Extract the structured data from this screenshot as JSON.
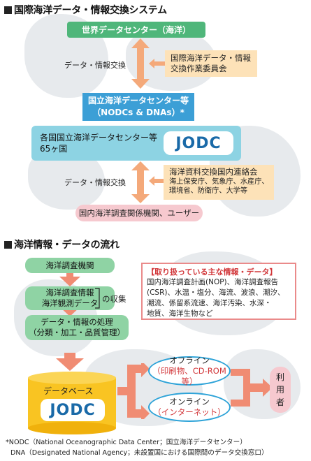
{
  "section1": {
    "title": "国際海洋データ・情報交換システム",
    "world_center": "世界データセンター（海洋）",
    "exchange_label_1": "データ・情報交換",
    "iode_line1": "国際海洋データ・情報",
    "iode_line2": "交換作業委員会",
    "nodc_line1": "国立海洋データセンター等",
    "nodc_line2": "（NODCs & DNAs）*",
    "national_line1": "各国国立海洋データセンター等",
    "national_line2": "65ヶ国",
    "jodc_logo": "JODC",
    "exchange_label_2": "データ・情報交換",
    "liaison_line1": "海洋資料交換国内連絡会",
    "liaison_line2": "海上保安庁、気象庁、水産庁、",
    "liaison_line3": "環境省、防衛庁、大学等",
    "domestic": "国内海洋調査関係機関、ユーザー"
  },
  "section2": {
    "title": "海洋情報・データの流れ",
    "step1": "海洋調査機関",
    "step2_line1": "海洋調査情報",
    "step2_line2": "海洋観測データ",
    "collection_label": "の収集",
    "step3_line1": "データ・情報の処理",
    "step3_line2": "（分類・加工・品質管理）",
    "database_label": "データベース",
    "database_logo": "JODC",
    "info_title": "【取り扱っている主な情報・データ】",
    "info_line1": "国内海洋調査計画(NOP)、海洋調査報告",
    "info_line2": "(CSR)、水温・塩分、海流、波浪、潮汐、",
    "info_line3": "潮流、係留系流速、海洋汚染、水深・",
    "info_line4": "地質、海洋生物など",
    "offline_title": "オフライン",
    "offline_sub": "（印刷物、CD-ROM等）",
    "online_title": "オンライン",
    "online_sub": "（インターネット）",
    "users_chars": [
      "利",
      "用",
      "者"
    ]
  },
  "footnote": {
    "line1": "*NODC（National Oceanographic Data Center；国立海洋データセンター）",
    "line2": "DNA（Designated National Agency；未設置国における国際間のデータ交換窓口）"
  },
  "colors": {
    "green": "#4fb67a",
    "blue": "#3c9fd6",
    "cyan": "#8dd3e3",
    "peach": "#fde2b8",
    "pink": "#f6c9cf",
    "arrow_orange": "#f4a97a",
    "arrow_salmon": "#f08c73",
    "database_yellow": "#f9c422",
    "oval_border": "#2ea3d8",
    "highlight_red": "#d2373a"
  }
}
